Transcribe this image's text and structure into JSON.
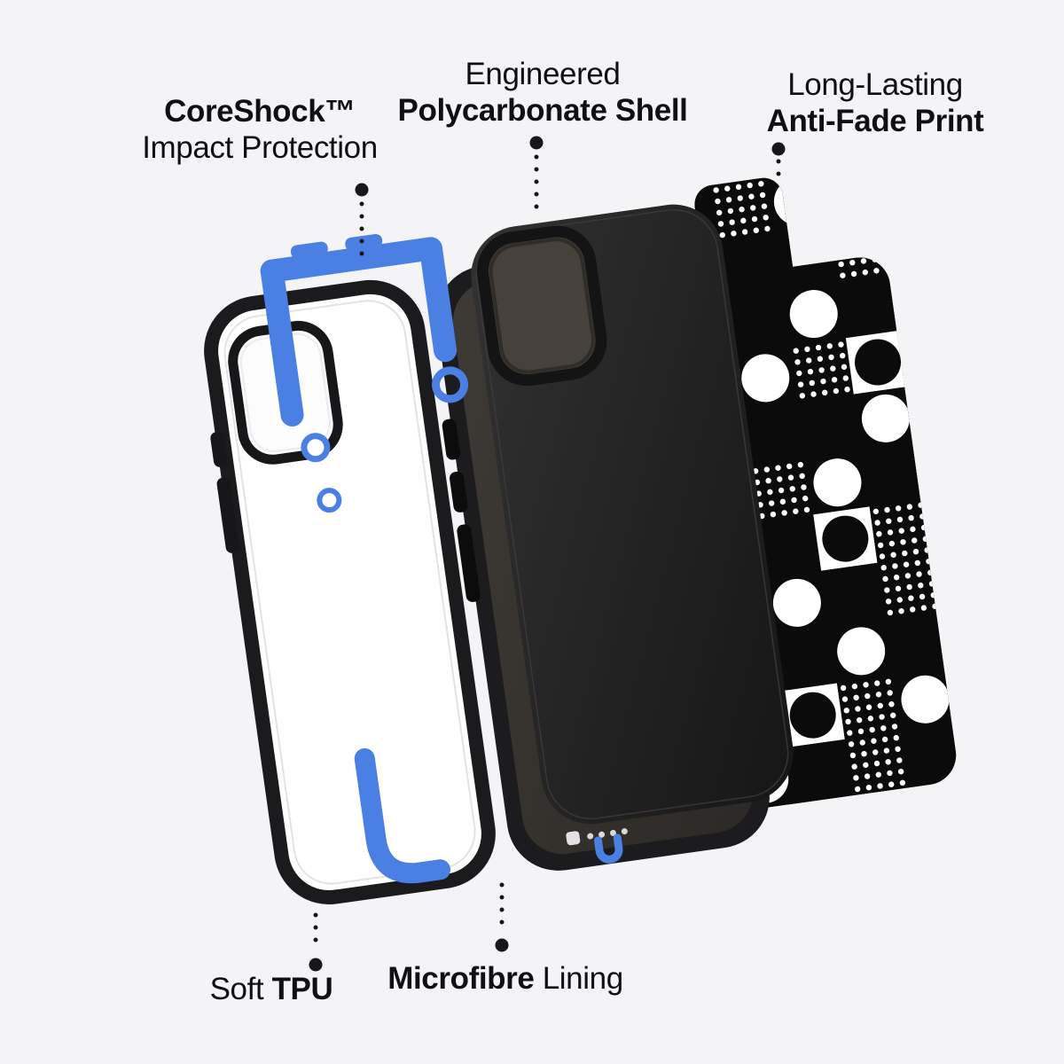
{
  "labels": {
    "coreshock": {
      "title": "CoreShock™",
      "subtitle": "Impact Protection"
    },
    "shell": {
      "eyebrow": "Engineered",
      "title": "Polycarbonate Shell"
    },
    "print": {
      "eyebrow": "Long-Lasting",
      "title": "Anti-Fade Print"
    },
    "tpu": {
      "prefix": "Soft ",
      "title": "TPU"
    },
    "lining": {
      "title": "Microfibre",
      "suffix": " Lining"
    }
  },
  "colors": {
    "accent_blue": "#4a80e4",
    "ink": "#141414",
    "case_black": "#1f1f1f",
    "suede_gray": "#46413b",
    "print_black": "#0b0b0b",
    "print_white": "#ffffff"
  }
}
